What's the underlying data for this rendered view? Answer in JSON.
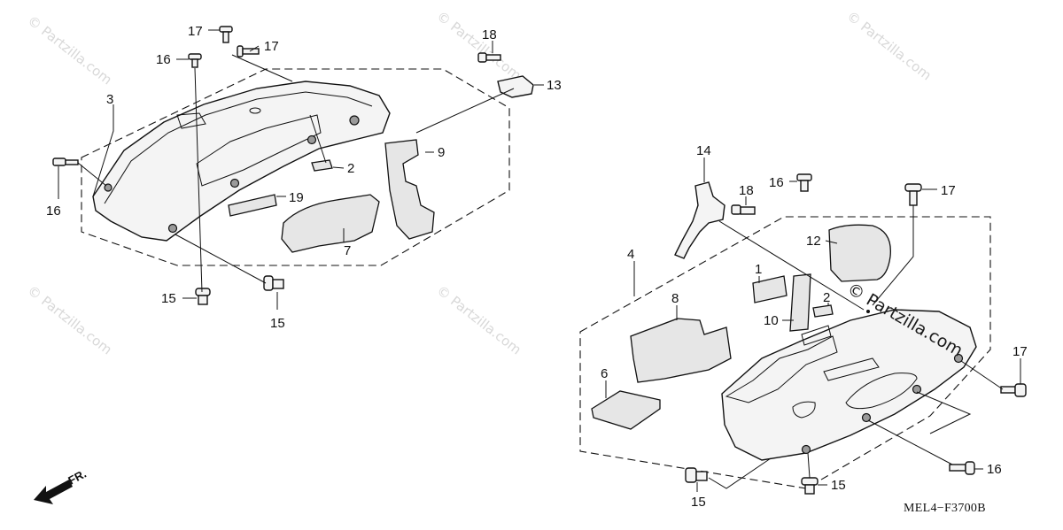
{
  "diagram": {
    "drawing_code": "MEL4−F3700B",
    "direction_label": "FR.",
    "watermark": "© Partzilla.com",
    "watermark_overlay": "© Partzilla.com",
    "callouts_left": [
      "17",
      "17",
      "16",
      "18",
      "13",
      "3",
      "2",
      "9",
      "16",
      "19",
      "7",
      "15",
      "15"
    ],
    "callouts_right": [
      "14",
      "16",
      "18",
      "17",
      "12",
      "4",
      "1",
      "2",
      "8",
      "10",
      "17",
      "6",
      "16",
      "15",
      "15"
    ]
  }
}
